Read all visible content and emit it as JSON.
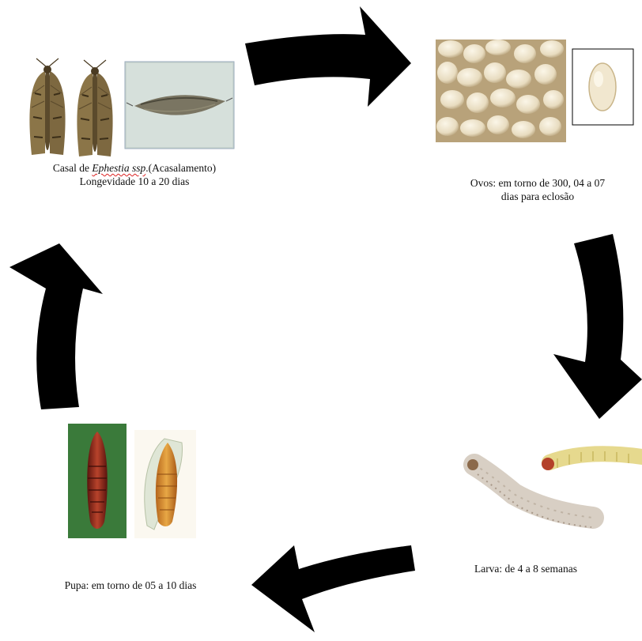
{
  "stages": {
    "adult": {
      "line1_prefix": "Casal de ",
      "line1_italic": "Ephestia ssp",
      "line1_suffix": ".(Acasalamento)",
      "line2": "Longevidade 10 a 20 dias"
    },
    "eggs": {
      "line1": "Ovos: em torno de 300,  04 a 07",
      "line2": "dias para eclosão"
    },
    "larva": {
      "line1": "Larva: de 4 a 8 semanas"
    },
    "pupa": {
      "line1": "Pupa: em torno de 05 a 10 dias"
    }
  },
  "arrow_color": "#000000"
}
